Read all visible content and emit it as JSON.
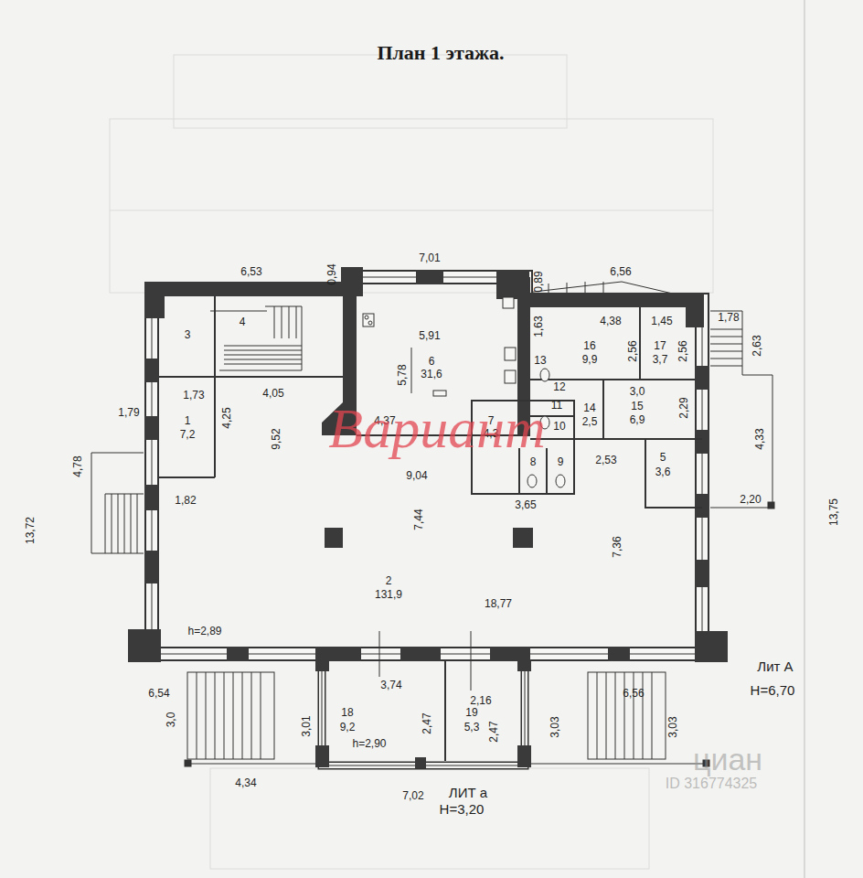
{
  "diagram": {
    "title": "План 1 этажа.",
    "labels": [
      "7,01",
      "6,53",
      "0,94",
      "0,89",
      "6,56",
      "3",
      "4",
      "5,91",
      "6",
      "31,6",
      "5,78",
      "1,63",
      "4,38",
      "1,45",
      "1,78",
      "2,56",
      "17",
      "3,7",
      "2,56",
      "16",
      "9,9",
      "2,63",
      "13",
      "12",
      "11",
      "10",
      "1,73",
      "4,05",
      "4,25",
      "3,0",
      "14",
      "2,5",
      "15",
      "6,9",
      "2,29",
      "4,37",
      "1,79",
      "1",
      "7,2",
      "9,52",
      "4,33",
      "13,72",
      "4,78",
      "7",
      "4,3",
      "8",
      "9",
      "2,53",
      "5",
      "3,6",
      "9,04",
      "1,82",
      "3,65",
      "2,20",
      "13,75",
      "7,44",
      "7,36",
      "2",
      "131,9",
      "18,77",
      "h=2,89",
      "Лит А",
      "H=6,70",
      "3,74",
      "2,16",
      "6,54",
      "6,56",
      "3,0",
      "3,01",
      "18",
      "9,2",
      "2,47",
      "19",
      "5,3",
      "2,47",
      "3,03",
      "3,03",
      "h=2,90",
      "4,34",
      "7,02",
      "ЛИТ а",
      "H=3,20",
      "Вариант",
      "циан",
      "ID 316774325"
    ]
  }
}
